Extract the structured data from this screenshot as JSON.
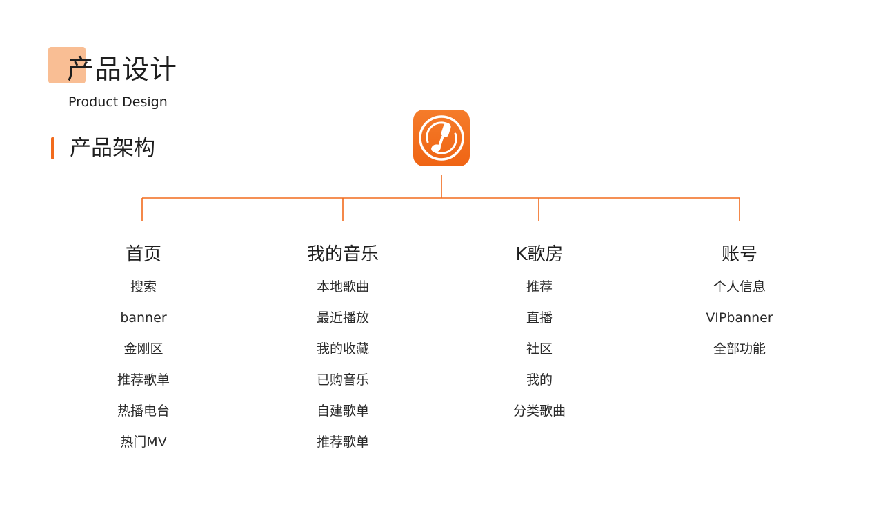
{
  "header": {
    "title_cn": "产品设计",
    "title_en": "Product Design"
  },
  "section": {
    "title": "产品架构"
  },
  "app_icon": {
    "name": "karaoke-microphone-icon",
    "color": "#f26b1d"
  },
  "colors": {
    "accent": "#f26b1d",
    "accent_light": "#f8b788",
    "text": "#1e1e1e"
  },
  "tree": {
    "root": "karaoke-app-icon",
    "branches": [
      {
        "label": "首页",
        "items": [
          "搜索",
          "banner",
          "金刚区",
          "推荐歌单",
          "热播电台",
          "热门MV"
        ]
      },
      {
        "label": "我的音乐",
        "items": [
          "本地歌曲",
          "最近播放",
          "我的收藏",
          "已购音乐",
          "自建歌单",
          "推荐歌单"
        ]
      },
      {
        "label": "K歌房",
        "items": [
          "推荐",
          "直播",
          "社区",
          "我的",
          "分类歌曲"
        ]
      },
      {
        "label": "账号",
        "items": [
          "个人信息",
          "VIPbanner",
          "全部功能"
        ]
      }
    ]
  }
}
